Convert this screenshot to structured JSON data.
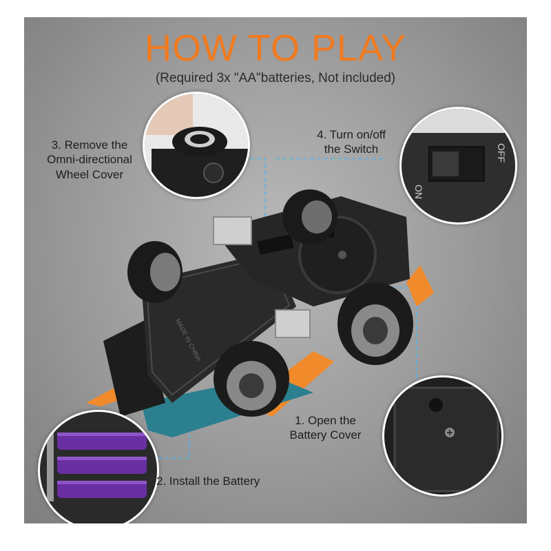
{
  "header": {
    "title": "HOW TO PLAY",
    "subtitle": "(Required 3x \"AA\"batteries, Not included)"
  },
  "steps": [
    {
      "label_line1": "1. Open the",
      "label_line2": "Battery Cover"
    },
    {
      "label_line1": "2. Install the Battery"
    },
    {
      "label_line1": "3. Remove the",
      "label_line2": "Omni-directional",
      "label_line3": "Wheel Cover"
    },
    {
      "label_line1": "4. Turn on/off",
      "label_line2": "the Switch"
    }
  ],
  "switch": {
    "on_label": "ON",
    "off_label": "OFF"
  },
  "car_body": {
    "imprint": "MADE IN CHINA"
  },
  "colors": {
    "title": "#f07a1f",
    "leader_line": "#5ab4e6",
    "accent_orange": "#f08a2a",
    "battery_purple": "#6a2fa3"
  }
}
